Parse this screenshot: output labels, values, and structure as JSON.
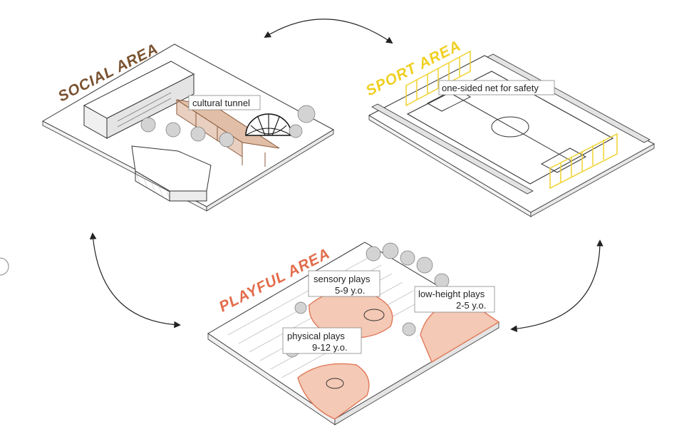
{
  "areas": {
    "social": {
      "title": "SOCIAL AREA",
      "title_color": "#7a5230",
      "labels": [
        "cultural tunnel"
      ]
    },
    "sport": {
      "title": "SPORT AREA",
      "title_color": "#f0cf22",
      "labels": [
        "one-sided net for safety"
      ]
    },
    "playful": {
      "title": "PLAYFUL AREA",
      "title_color": "#e26c4b",
      "labels": {
        "sensory_title": "sensory plays",
        "sensory_age": "5-9 y.o.",
        "lowheight_title": "low-height plays",
        "lowheight_age": "2-5 y.o.",
        "physical_title": "physical plays",
        "physical_age": "9-12 y.o."
      }
    }
  },
  "colors": {
    "line": "#333333",
    "net_yellow": "#f0d230",
    "tunnel_fill": "#d7a88a",
    "play_fill": "#f4c9b5",
    "play_stroke": "#e0795a",
    "tree": "#c9c9c9",
    "arrow": "#222222"
  }
}
